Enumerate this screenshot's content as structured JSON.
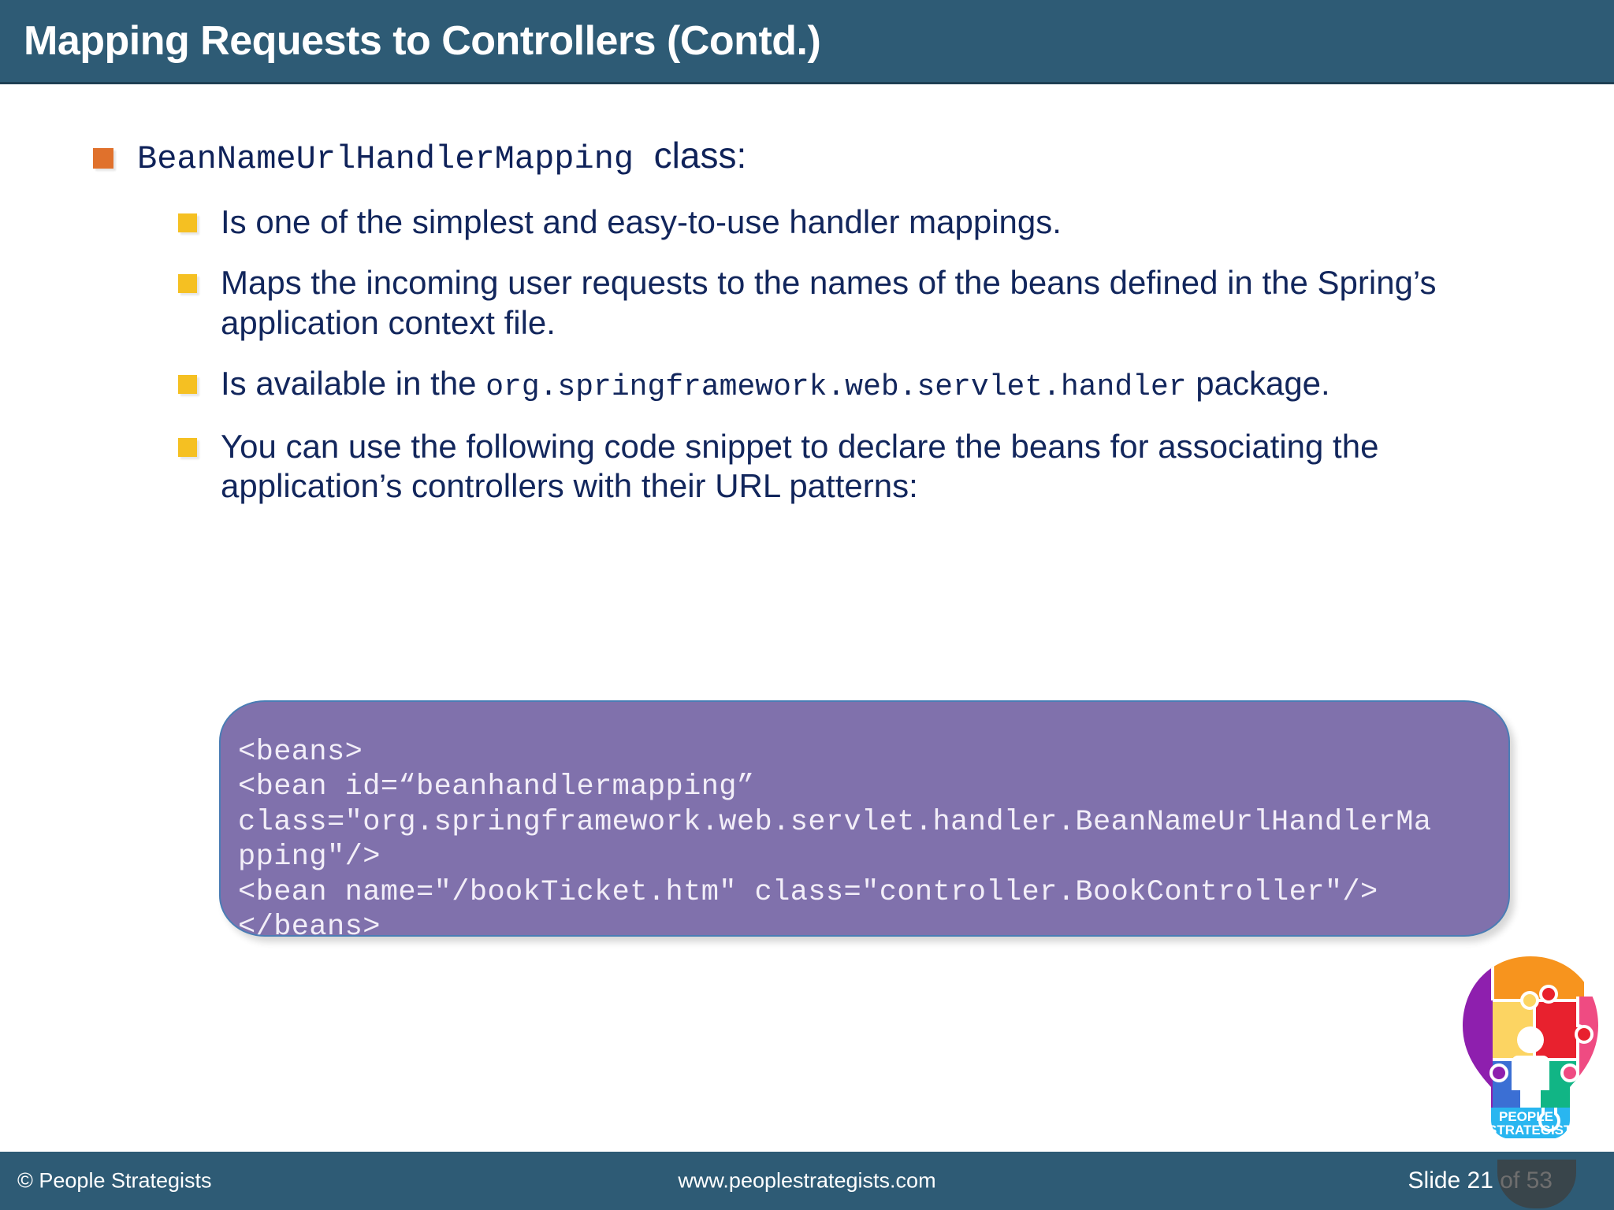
{
  "slide": {
    "title": "Mapping Requests to Controllers (Contd.)",
    "title_bar_color": "#2e5b75",
    "accent_orange": "#e0712c",
    "accent_gold": "#f5c022",
    "body_text_color": "#12265c",
    "code_block_color": "#8071ac",
    "code_block_border_color": "#4a7db5"
  },
  "body": {
    "lead_bullet": {
      "code_part": "BeanNameUrlHandlerMapping",
      "text_part": "class:",
      "bullet_icon": "orange-square-bullet"
    },
    "sub_bullets": [
      {
        "bullet_icon": "gold-square-bullet",
        "segments": [
          {
            "type": "text",
            "value": "Is one of the simplest and easy-to-use handler mappings."
          }
        ]
      },
      {
        "bullet_icon": "gold-square-bullet",
        "segments": [
          {
            "type": "text",
            "value": "Maps the incoming user requests to the names of the beans defined in the Spring’s application context file."
          }
        ]
      },
      {
        "bullet_icon": "gold-square-bullet",
        "segments": [
          {
            "type": "text",
            "value": "Is available in the "
          },
          {
            "type": "code",
            "value": "org.springframework.web.servlet.handler"
          },
          {
            "type": "text",
            "value": " package."
          }
        ]
      },
      {
        "bullet_icon": "gold-square-bullet",
        "segments": [
          {
            "type": "text",
            "value": "You can use the following code snippet to declare the beans for associating the application’s controllers with their URL patterns:"
          }
        ]
      }
    ],
    "code_snippet": "<beans>\n<bean id=“beanhandlermapping”\nclass=\"org.springframework.web.servlet.handler.BeanNameUrlHandlerMa\npping\"/>\n<bean name=\"/bookTicket.htm\" class=\"controller.BookController\"/>\n</beans>"
  },
  "logo": {
    "name": "people-strategists-logo",
    "line1": "PEOPLE",
    "line2": "STRATEGISTS",
    "colors": {
      "purple": "#8e1fae",
      "orange": "#f7941e",
      "yellow": "#fcd462",
      "red": "#e8212e",
      "pink": "#ef4b82",
      "blue": "#3b6fd4",
      "green": "#11b585",
      "cyan": "#29b6f0"
    }
  },
  "footer": {
    "copyright": "© People Strategists",
    "website": "www.peoplestrategists.com",
    "slide_number": "Slide 21 of 53"
  }
}
